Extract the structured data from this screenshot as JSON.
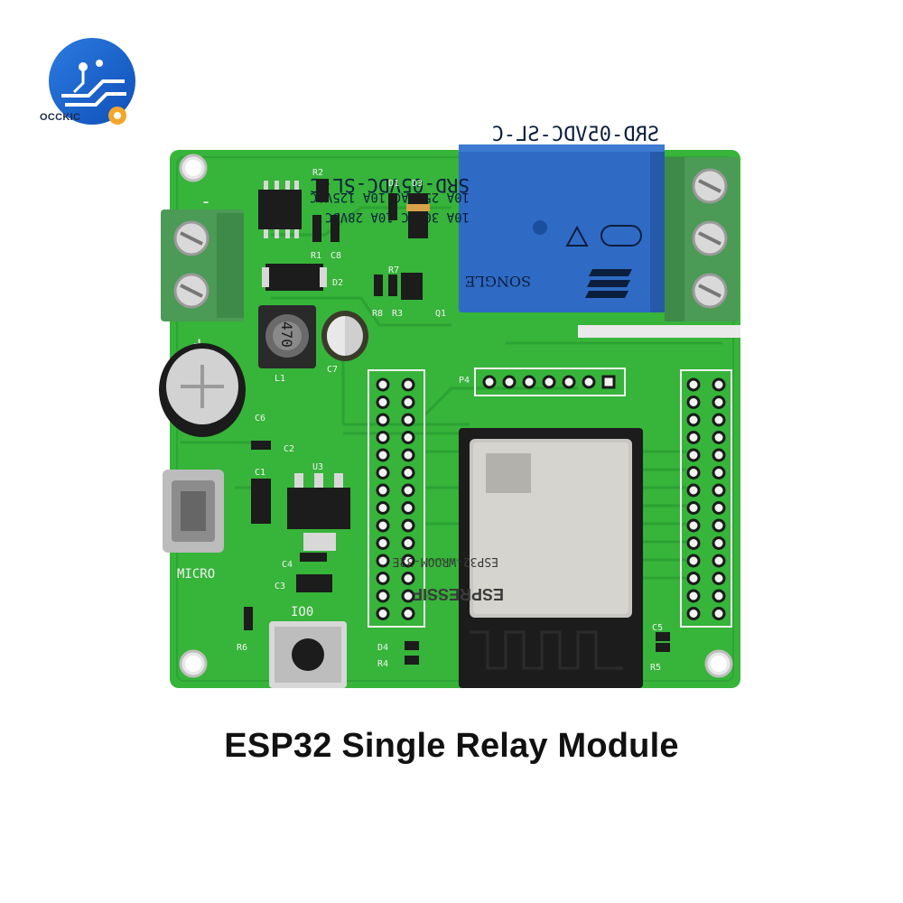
{
  "brand": {
    "name": "OCCKIC"
  },
  "caption": "ESP32 Single Relay Module",
  "relay": {
    "model": "SRD-05VDC-SL-C",
    "rating_1": "10A 250VAC  10A 125VAC",
    "rating_2": "10A 30VDC  10A 28VDC",
    "brand": "SONGLE"
  },
  "module": {
    "maker": "ESPRESSIF",
    "name": "ESP32-WROOM-32E"
  },
  "silkscreen": {
    "minus": "-",
    "plus": "+",
    "micro": "MICRO",
    "io0": "IO0",
    "inductor": "470",
    "labels": [
      "R2",
      "D1",
      "D3",
      "R1",
      "C8",
      "D2",
      "R7",
      "R8",
      "R3",
      "Q1",
      "L1",
      "C7",
      "C6",
      "C2",
      "C1",
      "U3",
      "C4",
      "C3",
      "R6",
      "D4",
      "R4",
      "P4",
      "C5",
      "R5"
    ]
  },
  "colors": {
    "pcb": "#37b43a",
    "pcb_dark": "#239a2a",
    "relay": "#2f6bc4",
    "terminal": "#4b9a55",
    "module_shield": "#c8c6c2"
  }
}
